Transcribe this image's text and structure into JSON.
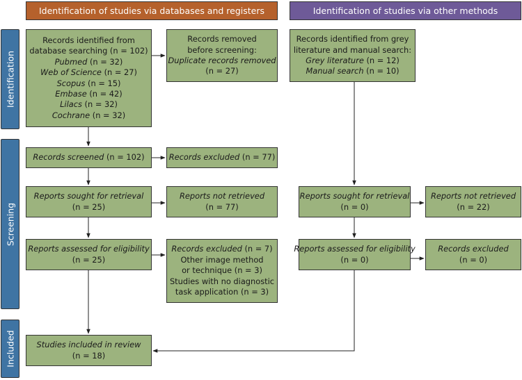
{
  "headers": {
    "databases": "Identification of studies via databases and registers",
    "other": "Identification of studies via other methods"
  },
  "phases": {
    "identification": "Identification",
    "screening": "Screening",
    "included": "Included"
  },
  "db_identified": {
    "line1": "Records identified from",
    "line2": "database searching (n = 102)",
    "sources": [
      {
        "name": "Pubmed",
        "count": "(n = 32)"
      },
      {
        "name": "Web of Science",
        "count": "(n = 27)"
      },
      {
        "name": "Scopus",
        "count": "(n = 15)"
      },
      {
        "name": "Embase",
        "count": "(n = 42)"
      },
      {
        "name": "Lilacs",
        "count": "(n = 32)"
      },
      {
        "name": "Cochrane",
        "count": "(n = 32)"
      }
    ]
  },
  "removed": {
    "line1": "Records removed",
    "line2": "before screening:",
    "line3_italic": "Duplicate records removed",
    "line4": "(n = 27)"
  },
  "other_identified": {
    "line1": "Records identified from grey",
    "line2": "literature and manual search:",
    "sources": [
      {
        "name": "Grey literature",
        "count": "(n = 12)"
      },
      {
        "name": "Manual search",
        "count": "(n = 10)"
      }
    ]
  },
  "screened": {
    "label": "Records screened",
    "count": "(n = 102)"
  },
  "excluded_screen": {
    "label": "Records excluded",
    "count": "(n = 77)"
  },
  "db_sought": {
    "label": "Reports sought for retrieval",
    "count": "(n = 25)"
  },
  "db_not_retrieved": {
    "label": "Reports not retrieved",
    "count": "(n = 77)"
  },
  "db_assessed": {
    "label": "Reports assessed for eligibility",
    "count": "(n = 25)"
  },
  "db_excluded": {
    "label": "Records excluded",
    "count": "(n = 7)",
    "reasons": [
      "Other image method",
      "or technique (n = 3)",
      "Studies with no diagnostic",
      "task application (n = 3)"
    ]
  },
  "other_sought": {
    "label": "Reports sought for retrieval",
    "count": "(n = 0)"
  },
  "other_not_retrieved": {
    "label": "Reports not retrieved",
    "count": "(n = 22)"
  },
  "other_assessed": {
    "label": "Reports assessed for eligibility",
    "count": "(n = 0)"
  },
  "other_excluded": {
    "label": "Records excluded",
    "count": "(n = 0)"
  },
  "included": {
    "label": "Studies included in review",
    "count": "(n = 18)"
  }
}
